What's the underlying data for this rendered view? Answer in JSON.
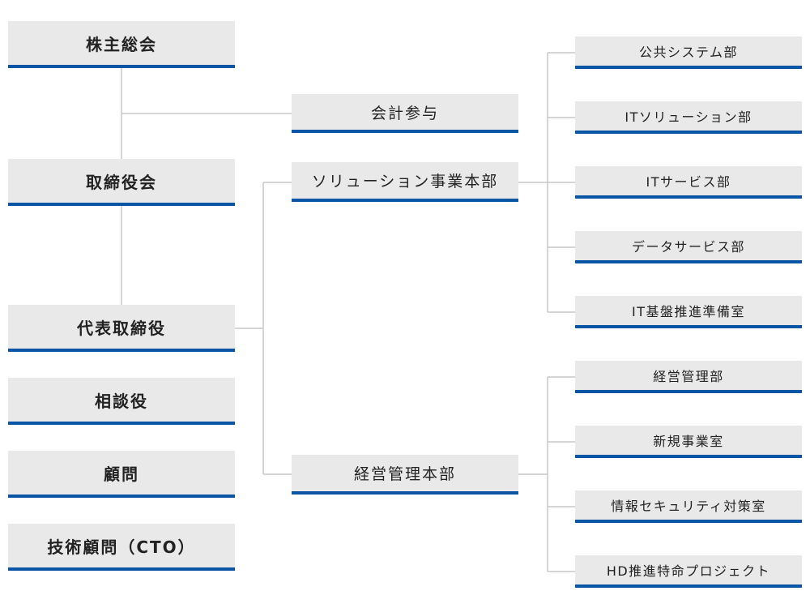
{
  "left_column": {
    "shareholders_meeting": "株主総会",
    "board_of_directors": "取締役会",
    "representative_director": "代表取締役",
    "counselor": "相談役",
    "advisor": "顧問",
    "technical_advisor": "技術顧問（CTO）"
  },
  "middle_column": {
    "accounting_advisor": "会計参与",
    "solutions_division": "ソリューション事業本部",
    "management_division": "経営管理本部"
  },
  "solutions_departments": [
    "公共システム部",
    "ITソリューション部",
    "ITサービス部",
    "データサービス部",
    "IT基盤推進準備室"
  ],
  "management_departments": [
    "経営管理部",
    "新規事業室",
    "情報セキュリティ対策室",
    "HD推進特命プロジェクト"
  ],
  "colors": {
    "box_background": "#e9e9e9",
    "accent_underline": "#0a56a4",
    "connector": "#c8c8c8"
  }
}
